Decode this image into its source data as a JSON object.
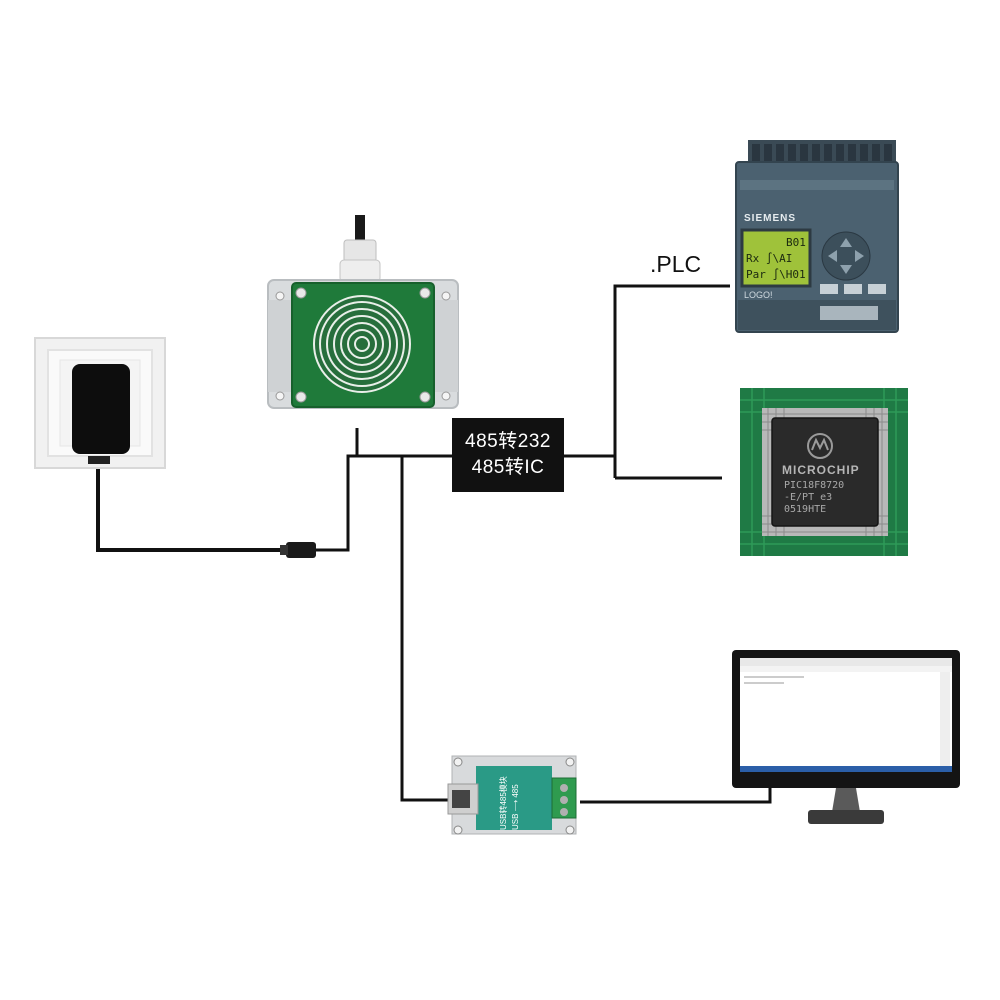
{
  "converter": {
    "line1": "485转232",
    "line2": "485转IC"
  },
  "plc": {
    "label": ".PLC",
    "brand": "SIEMENS",
    "screen_lines": [
      "B01",
      "Rx ∫\\AI",
      "Par ∫\\H01"
    ],
    "model": "LOGO!"
  },
  "chip": {
    "brand": "MICROCHIP",
    "part_line1": "PIC18F8720",
    "part_line2": "-E/PT e3",
    "part_line3": "0519HTE"
  },
  "usb_module": {
    "title": "USB转485模块",
    "subtitle": "USB ⟶ 485"
  },
  "colors": {
    "wire": "#111111",
    "pcb_green": "#1f7a3a",
    "enclosure": "#d9dcde",
    "converter_bg": "#111111"
  }
}
